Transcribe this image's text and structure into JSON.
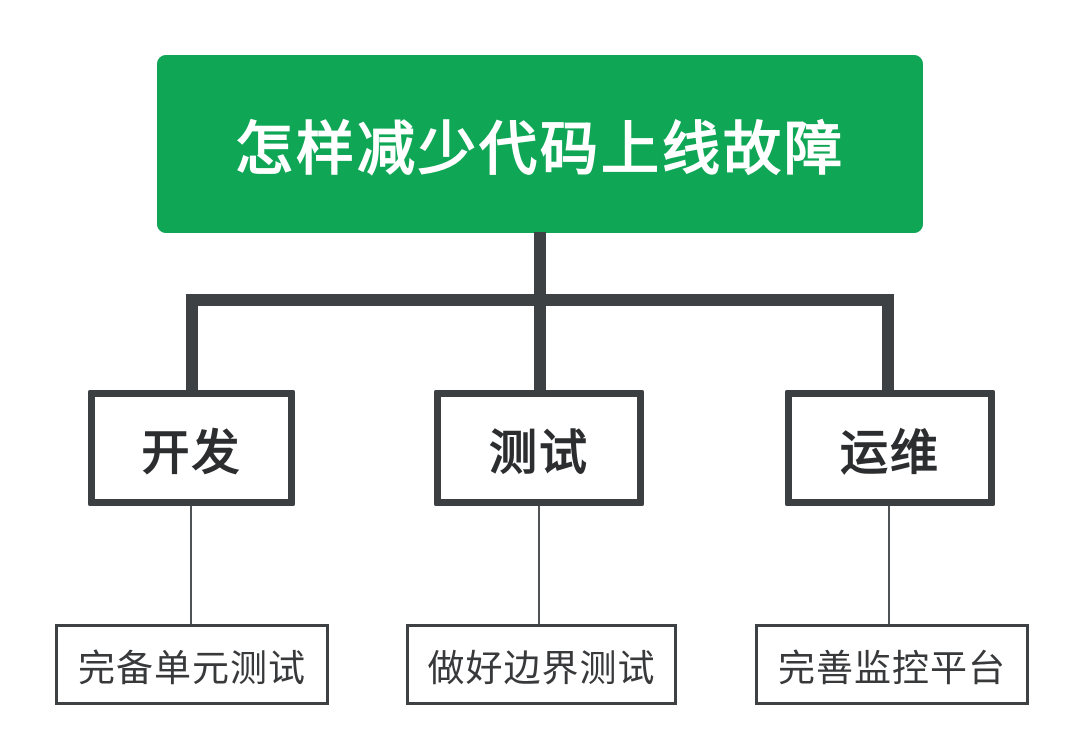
{
  "diagram": {
    "title": "怎样减少代码上线故障",
    "branches": [
      {
        "label": "开发",
        "detail": "完备单元测试"
      },
      {
        "label": "测试",
        "detail": "做好边界测试"
      },
      {
        "label": "运维",
        "detail": "完善监控平台"
      }
    ],
    "colors": {
      "root_bg": "#0FA656",
      "root_text": "#FFFFFF",
      "connector": "#3E4144",
      "node_border": "#3C3F42",
      "node_text": "#2B2D2F",
      "leaf_border": "#3E4144",
      "leaf_text": "#38393B",
      "canvas_bg": "#FFFFFF"
    }
  }
}
